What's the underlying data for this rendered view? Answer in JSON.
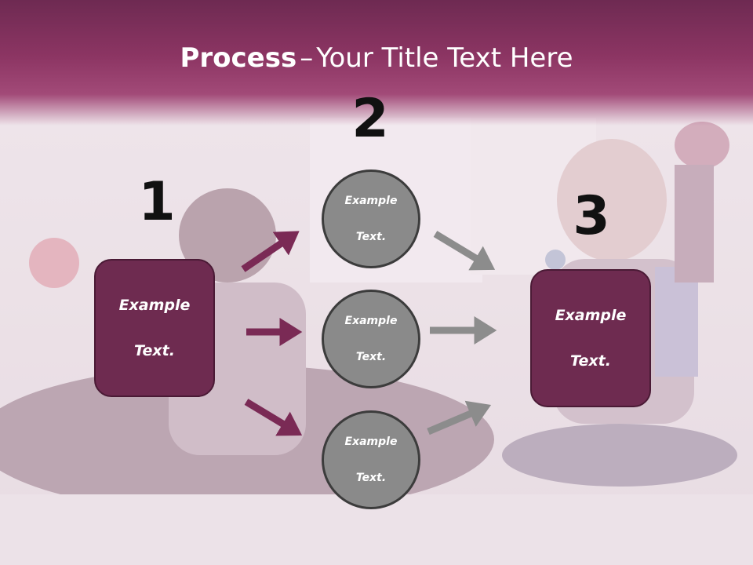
{
  "slide": {
    "title_bold": "Process",
    "title_separator": "–",
    "title_rest": "Your Title Text Here"
  },
  "steps": {
    "step1_number": "1",
    "step2_number": "2",
    "step3_number": "3"
  },
  "nodes": {
    "box1": {
      "line1": "Example",
      "line2": "Text."
    },
    "circle1": {
      "line1": "Example",
      "line2": "Text."
    },
    "circle2": {
      "line1": "Example",
      "line2": "Text."
    },
    "circle3": {
      "line1": "Example",
      "line2": "Text."
    },
    "box3": {
      "line1": "Example",
      "line2": "Text."
    }
  },
  "colors": {
    "header": "#8c3563",
    "box_fill": "#6e2b50",
    "left_arrows": "#7a2a55",
    "right_arrows": "#8c8c8c",
    "circle_fill": "#8a8a8a"
  }
}
